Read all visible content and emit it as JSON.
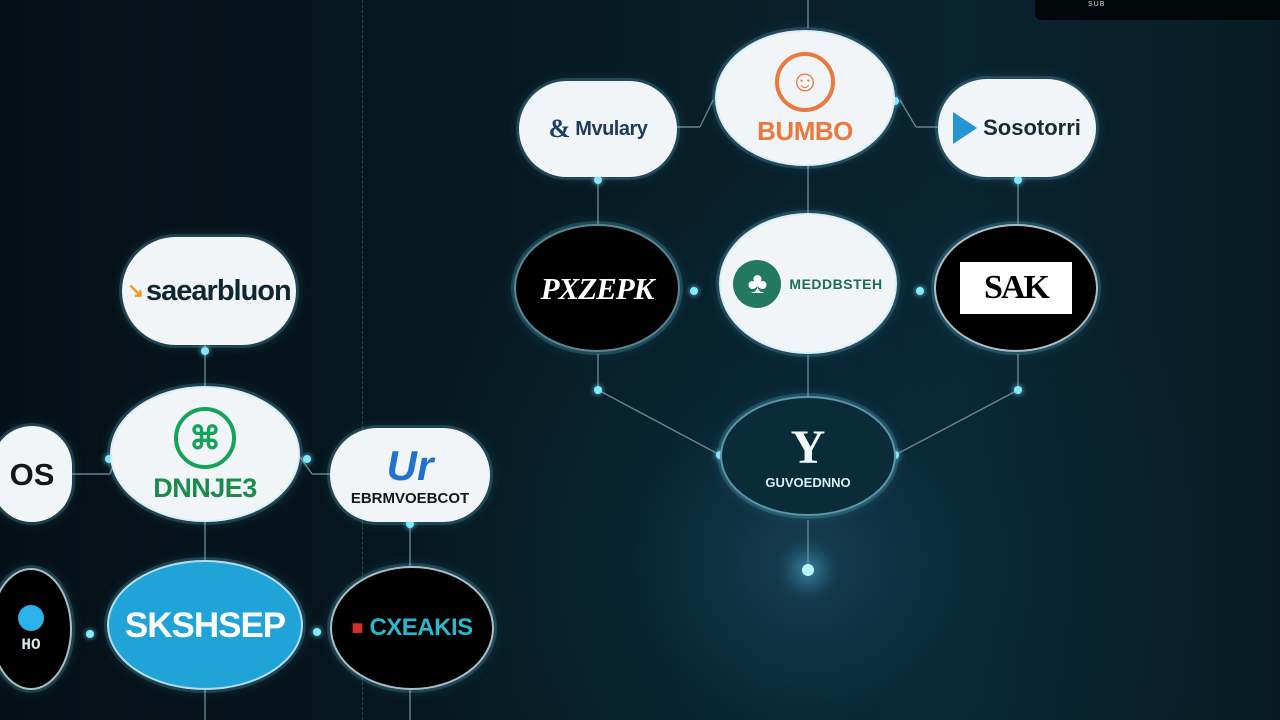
{
  "topbar": {
    "text": "SUB"
  },
  "logos": {
    "muvularity": "Mvulary",
    "sugarbloom": "saearbluon",
    "sugarbloom_mark": "↘",
    "eos": "OS",
    "unicorn_mark": "⌘",
    "unicorn": "DNNJE3",
    "uflow": "Ur",
    "uflow_caption": "EBRMVOEBCOT",
    "slideshare": "SKSHSEP",
    "oceanics": "CXEAKIS",
    "oceanics_mark": "■",
    "bumbo_mark": "☺",
    "bumbo": "BUMBO",
    "sosolan": "Sosotorri",
    "paprik": "PXZEPK",
    "meadowland_mark": "♣",
    "meadowland": "MEDDBSTEH",
    "shak_mark": "SAK",
    "yard_mark": "Y",
    "yard_caption": "GUVOEDNNO",
    "left_small": "HO"
  }
}
